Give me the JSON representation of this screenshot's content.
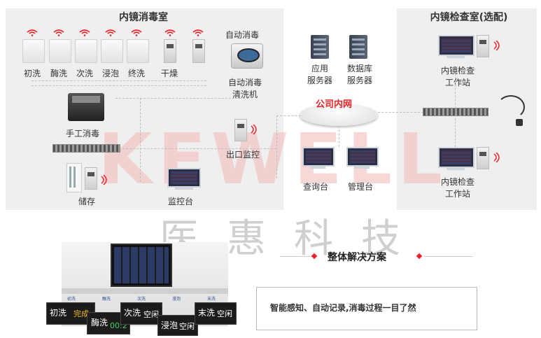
{
  "disinfection_room": {
    "title": "内镜消毒室",
    "station_labels": [
      "初洗",
      "酶洗",
      "次洗",
      "浸泡",
      "终洗"
    ],
    "dryer_label": "干燥",
    "auto_disinfect_label": "自动消毒",
    "auto_washer_label_line1": "自动消毒",
    "auto_washer_label_line2": "清洗机",
    "manual_label": "手工消毒",
    "exit_monitor_label": "出口监控",
    "storage_label": "储存",
    "monitor_station_label": "监控台"
  },
  "network": {
    "app_server_line1": "应用",
    "app_server_line2": "服务器",
    "db_server_line1": "数据库",
    "db_server_line2": "服务器",
    "intranet_label": "公司内网",
    "query_label": "查询台",
    "admin_label": "管理台"
  },
  "inspection_room": {
    "title": "内镜检查室(选配)",
    "workstation1_line1": "内镜检查",
    "workstation1_line2": "工作站",
    "workstation2_line1": "内镜检查",
    "workstation2_line2": "工作站"
  },
  "watermark": {
    "logo_text": "KEWELL",
    "brand_cn": "医惠科技"
  },
  "solution": {
    "title": "整体解决方案",
    "tagline": "智能感知、自动记录,消毒过程一目了然"
  },
  "photo": {
    "header_labels": [
      "初洗",
      "酶洗",
      "次洗",
      "漫泡",
      "末洗"
    ],
    "tiles": [
      {
        "name": "初洗",
        "status": "完成"
      },
      {
        "name": "酶洗",
        "status": "00:2"
      },
      {
        "name": "次洗",
        "status": "空闲"
      },
      {
        "name": "浸泡",
        "status": "空闲"
      },
      {
        "name": "末洗",
        "status": "空闲"
      }
    ]
  },
  "colors": {
    "accent": "#e8232a",
    "panel": "#efefef",
    "intranet_pill": "#f4f4f4"
  }
}
